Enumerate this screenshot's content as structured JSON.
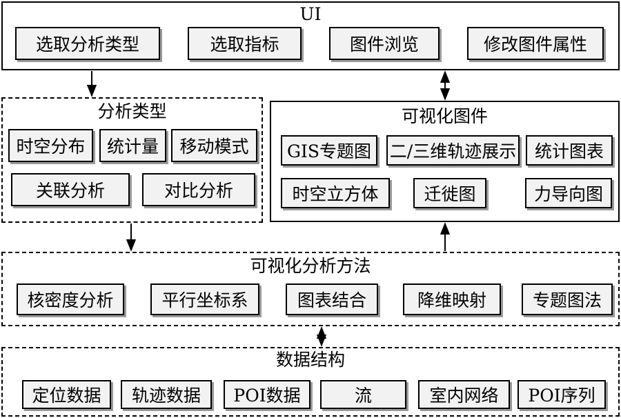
{
  "ui": {
    "title": "UI",
    "items": [
      "选取分析类型",
      "选取指标",
      "图件浏览",
      "修改图件属性"
    ]
  },
  "analysis_types": {
    "title": "分析类型",
    "items": [
      "时空分布",
      "统计量",
      "移动模式",
      "关联分析",
      "对比分析"
    ]
  },
  "vis_charts": {
    "title": "可视化图件",
    "items": [
      "GIS专题图",
      "二/三维轨迹展示",
      "统计图表",
      "时空立方体",
      "迁徙图",
      "力导向图"
    ]
  },
  "vis_methods": {
    "title": "可视化分析方法",
    "items": [
      "核密度分析",
      "平行坐标系",
      "图表结合",
      "降维映射",
      "专题图法"
    ]
  },
  "data_structures": {
    "title": "数据结构",
    "items": [
      "定位数据",
      "轨迹数据",
      "POI数据",
      "流",
      "室内网络",
      "POI序列"
    ]
  }
}
